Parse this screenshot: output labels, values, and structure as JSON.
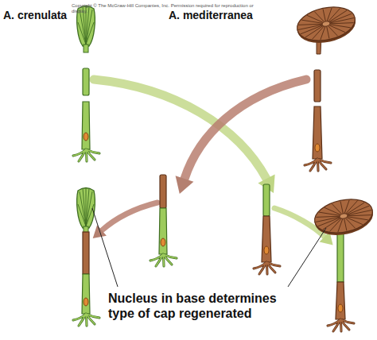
{
  "diagram": {
    "labels": [
      "Copyright © The McGraw-Hill Companies, Inc. Permission required for reproduction or display.",
      "A. crenulata",
      "A. mediterranea",
      "Nucleus in base determines type of cap regenerated"
    ]
  }
}
